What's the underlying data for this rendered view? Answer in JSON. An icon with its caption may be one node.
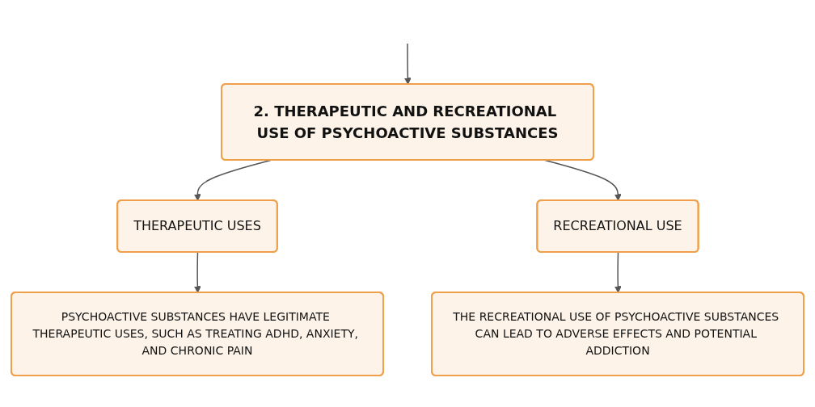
{
  "diagram": {
    "nodes": [
      {
        "text": [
          "2. THERAPEUTIC AND RECREATIONAL USE OF PSYCHOACTIVE SUBSTANCES"
        ]
      },
      {
        "text": [
          "THERAPEUTIC USES"
        ]
      },
      {
        "text": [
          "RECREATIONAL USE"
        ]
      },
      {
        "text": [
          "PSYCHOACTIVE SUBSTANCES HAVE LEGITIMATE THERAPEUTIC USES, SUCH AS TREATING ADHD, ANXIETY, AND CHRONIC PAIN"
        ]
      },
      {
        "text": [
          "THE RECREATIONAL USE OF PSYCHOACTIVE SUBSTANCES CAN LEAD TO ADVERSE EFFECTS AND POTENTIAL ADDICTION"
        ]
      }
    ],
    "edges": [
      {
        "from": null,
        "to": 0,
        "arrow": "to"
      },
      {
        "from": 0,
        "to": 1,
        "arrow": "to"
      },
      {
        "from": 0,
        "to": 2,
        "arrow": "to"
      },
      {
        "from": 1,
        "to": 3,
        "arrow": "to"
      },
      {
        "from": 2,
        "to": 4,
        "arrow": "to"
      }
    ]
  }
}
